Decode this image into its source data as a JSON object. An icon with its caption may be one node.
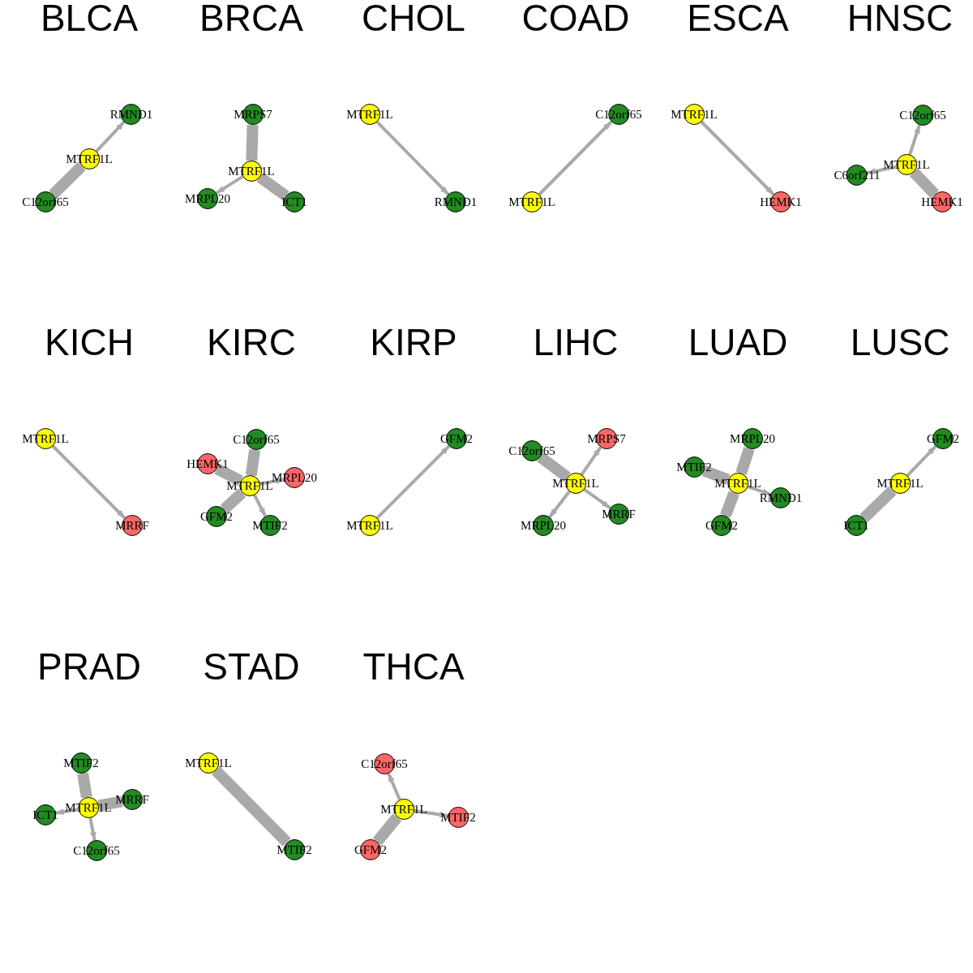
{
  "diagram": {
    "nodes": [
      {
        "text": [
          "RMND1"
        ]
      },
      {
        "text": [
          "MTRF1L"
        ]
      },
      {
        "text": [
          "C12orf65"
        ]
      },
      {
        "text": [
          "MRPS7"
        ]
      },
      {
        "text": [
          "MTRF1L"
        ]
      },
      {
        "text": [
          "MRPL20"
        ]
      },
      {
        "text": [
          "ICT1"
        ]
      },
      {
        "text": [
          "MTRF1L"
        ]
      },
      {
        "text": [
          "RMND1"
        ]
      },
      {
        "text": [
          "C12orf65"
        ]
      },
      {
        "text": [
          "MTRF1L"
        ]
      },
      {
        "text": [
          "MTRF1L"
        ]
      },
      {
        "text": [
          "HEMK1"
        ]
      },
      {
        "text": [
          "C12orf65"
        ]
      },
      {
        "text": [
          "MTRF1L"
        ]
      },
      {
        "text": [
          "C6orf211"
        ]
      },
      {
        "text": [
          "HEMK1"
        ]
      },
      {
        "text": [
          "MTRF1L"
        ]
      },
      {
        "text": [
          "MRRF"
        ]
      },
      {
        "text": [
          "C12orf65"
        ]
      },
      {
        "text": [
          "HEMK1"
        ]
      },
      {
        "text": [
          "MRPL20"
        ]
      },
      {
        "text": [
          "MTRF1L"
        ]
      },
      {
        "text": [
          "GFM2"
        ]
      },
      {
        "text": [
          "MTIF2"
        ]
      },
      {
        "text": [
          "GFM2"
        ]
      },
      {
        "text": [
          "MTRF1L"
        ]
      },
      {
        "text": [
          "MRPS7"
        ]
      },
      {
        "text": [
          "C12orf65"
        ]
      },
      {
        "text": [
          "MTRF1L"
        ]
      },
      {
        "text": [
          "MRRF"
        ]
      },
      {
        "text": [
          "MRPL20"
        ]
      },
      {
        "text": [
          "MRPL20"
        ]
      },
      {
        "text": [
          "MTIF2"
        ]
      },
      {
        "text": [
          "MTRF1L"
        ]
      },
      {
        "text": [
          "RMND1"
        ]
      },
      {
        "text": [
          "GFM2"
        ]
      },
      {
        "text": [
          "GFM2"
        ]
      },
      {
        "text": [
          "MTRF1L"
        ]
      },
      {
        "text": [
          "ICT1"
        ]
      },
      {
        "text": [
          "MTIF2"
        ]
      },
      {
        "text": [
          "MRRF"
        ]
      },
      {
        "text": [
          "MTRF1L"
        ]
      },
      {
        "text": [
          "ICT1"
        ]
      },
      {
        "text": [
          "C12orf65"
        ]
      },
      {
        "text": [
          "MTRF1L"
        ]
      },
      {
        "text": [
          "MTIF2"
        ]
      },
      {
        "text": [
          "C12orf65"
        ]
      },
      {
        "text": [
          "MTRF1L"
        ]
      },
      {
        "text": [
          "MTIF2"
        ]
      },
      {
        "text": [
          "GFM2"
        ]
      }
    ],
    "edges": [
      {
        "from": 1,
        "to": 0,
        "arrow": "to"
      },
      {
        "from": 1,
        "to": 2,
        "arrow": "to",
        "style": "thick"
      },
      {
        "from": 4,
        "to": 3,
        "arrow": "to",
        "style": "thick"
      },
      {
        "from": 4,
        "to": 5,
        "arrow": "to"
      },
      {
        "from": 4,
        "to": 6,
        "arrow": "to",
        "style": "thick"
      },
      {
        "from": 7,
        "to": 8,
        "arrow": "to"
      },
      {
        "from": 10,
        "to": 9,
        "arrow": "to"
      },
      {
        "from": 11,
        "to": 12,
        "arrow": "to"
      },
      {
        "from": 14,
        "to": 13,
        "arrow": "to"
      },
      {
        "from": 14,
        "to": 15,
        "arrow": "to"
      },
      {
        "from": 14,
        "to": 16,
        "arrow": "to",
        "style": "thick"
      },
      {
        "from": 17,
        "to": 18,
        "arrow": "to"
      },
      {
        "from": 22,
        "to": 19,
        "arrow": "to",
        "style": "thick"
      },
      {
        "from": 22,
        "to": 20,
        "arrow": "to",
        "style": "thick"
      },
      {
        "from": 22,
        "to": 21,
        "arrow": "to"
      },
      {
        "from": 22,
        "to": 23,
        "arrow": "to",
        "style": "thick"
      },
      {
        "from": 22,
        "to": 24,
        "arrow": "to"
      },
      {
        "from": 26,
        "to": 25,
        "arrow": "to"
      },
      {
        "from": 29,
        "to": 27,
        "arrow": "to"
      },
      {
        "from": 29,
        "to": 28,
        "arrow": "to",
        "style": "thick"
      },
      {
        "from": 29,
        "to": 30,
        "arrow": "to"
      },
      {
        "from": 29,
        "to": 31,
        "arrow": "to"
      },
      {
        "from": 34,
        "to": 32,
        "arrow": "to",
        "style": "thick"
      },
      {
        "from": 34,
        "to": 33,
        "arrow": "to",
        "style": "thick"
      },
      {
        "from": 34,
        "to": 35,
        "arrow": "to"
      },
      {
        "from": 34,
        "to": 36,
        "arrow": "to",
        "style": "thick"
      },
      {
        "from": 38,
        "to": 37,
        "arrow": "to"
      },
      {
        "from": 38,
        "to": 39,
        "arrow": "to",
        "style": "thick"
      },
      {
        "from": 42,
        "to": 40,
        "arrow": "to",
        "style": "thick"
      },
      {
        "from": 42,
        "to": 41,
        "arrow": "to",
        "style": "thick"
      },
      {
        "from": 42,
        "to": 43,
        "arrow": "to"
      },
      {
        "from": 42,
        "to": 44,
        "arrow": "to"
      },
      {
        "from": 45,
        "to": 46,
        "arrow": "to",
        "style": "thick"
      },
      {
        "from": 48,
        "to": 47,
        "arrow": "to"
      },
      {
        "from": 48,
        "to": 49,
        "arrow": "to"
      },
      {
        "from": 48,
        "to": 50,
        "arrow": "to",
        "style": "thick"
      }
    ],
    "labels": [
      "BLCA",
      "BRCA",
      "CHOL",
      "COAD",
      "ESCA",
      "HNSC",
      "KICH",
      "KIRC",
      "KIRP",
      "LIHC",
      "LUAD",
      "LUSC",
      "PRAD",
      "STAD",
      "THCA"
    ]
  }
}
